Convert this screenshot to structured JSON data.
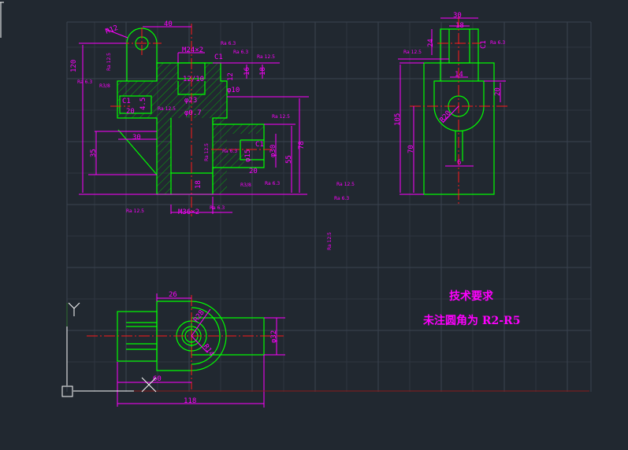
{
  "front_view": {
    "dims": [
      "40",
      "R12",
      "M24×2",
      "C1",
      "12",
      "16",
      "18",
      "120",
      "12/10",
      "R3/8",
      "φ10",
      "C1",
      "20",
      "4.5",
      "φ23",
      "φ0.7",
      "30",
      "35",
      "φ30",
      "55",
      "78",
      "C1",
      "20",
      "φ15",
      "R3/8",
      "18",
      "M36×2"
    ],
    "roughness": [
      "Ra 6.3",
      "Ra 6.3",
      "Ra 12.5",
      "Ra 12.5",
      "Ra 6.3",
      "Ra 12.5",
      "Ra 12.5",
      "Ra 6.3",
      "Ra 12.5",
      "Ra 12.5",
      "Ra 6.3",
      "Ra 6.3"
    ]
  },
  "side_view": {
    "dims": [
      "30",
      "18",
      "24",
      "C1",
      "14",
      "20",
      "105",
      "70",
      "R20",
      "6"
    ],
    "roughness": [
      "Ra 12.5",
      "Ra 6.3"
    ]
  },
  "top_view": {
    "dims": [
      "26",
      "R28",
      "R14",
      "φ32",
      "60",
      "118"
    ]
  },
  "notes": {
    "title": "技术要求",
    "line1": "未注圆角为 R2-R5"
  },
  "loose_roughness": [
    "Ra 12.5",
    "Ra 6.3",
    "Ra 12.5"
  ],
  "ucs": {
    "y_label": "Y"
  }
}
